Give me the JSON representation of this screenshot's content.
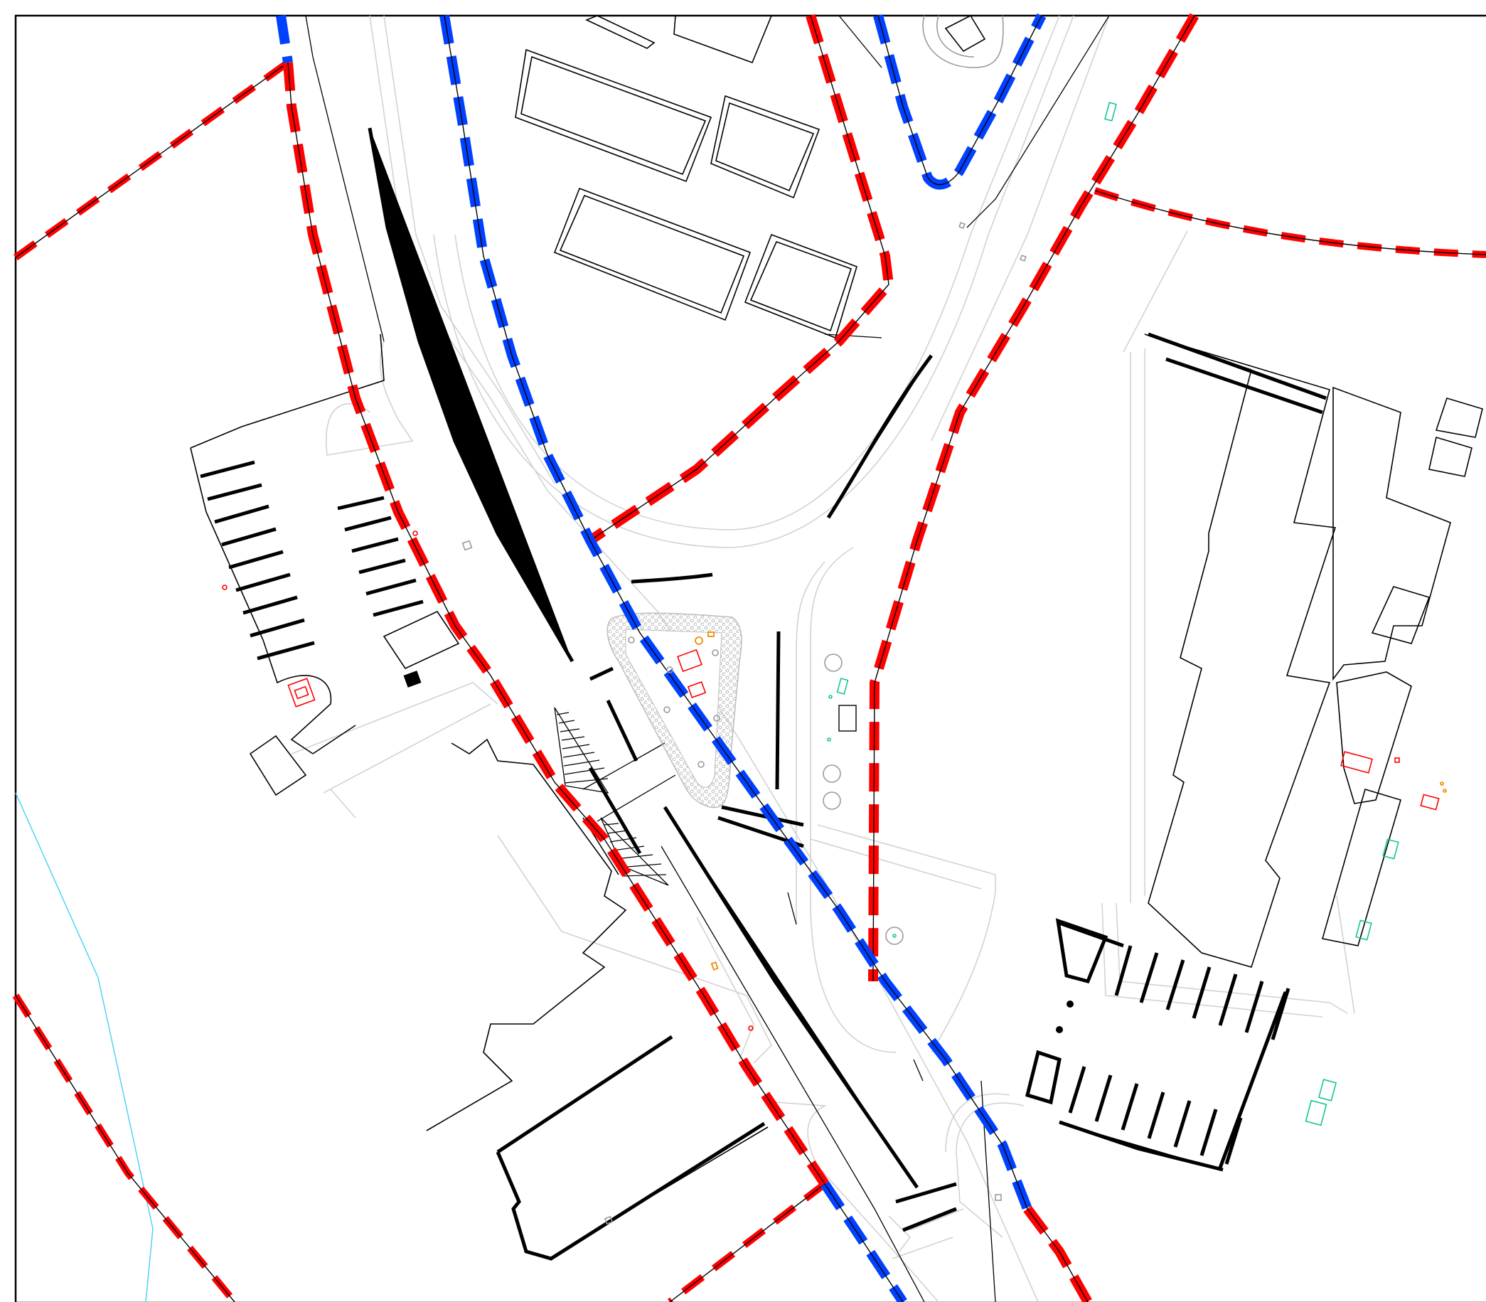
{
  "map": {
    "title": "",
    "colors": {
      "background": "#ffffff",
      "building_outline": "#000000",
      "road_edge": "#d2d2d2",
      "network_red": "#ff0000",
      "network_blue": "#0041ff",
      "watercourse": "#4fd3f5",
      "symbol_red": "#ff0000",
      "symbol_teal": "#15c59a",
      "symbol_orange": "#f08c00"
    },
    "layers": [
      {
        "id": "buildings",
        "color": "#000000",
        "style": "solid outline"
      },
      {
        "id": "road-edges",
        "color": "#d2d2d2",
        "style": "thin solid"
      },
      {
        "id": "parking-stripes",
        "color": "#000000",
        "style": "bold stripes"
      },
      {
        "id": "network-red",
        "color": "#ff0000",
        "style": "dashed"
      },
      {
        "id": "network-blue",
        "color": "#0041ff",
        "style": "dashed"
      },
      {
        "id": "watercourse",
        "color": "#4fd3f5",
        "style": "thin solid"
      }
    ],
    "symbols": [
      {
        "id": "red-box-symbol",
        "color": "#ff0000"
      },
      {
        "id": "teal-box-symbol",
        "color": "#15c59a"
      },
      {
        "id": "orange-marker-symbol",
        "color": "#f08c00"
      },
      {
        "id": "grey-circle-symbol",
        "color": "#9a9a9a"
      }
    ]
  }
}
